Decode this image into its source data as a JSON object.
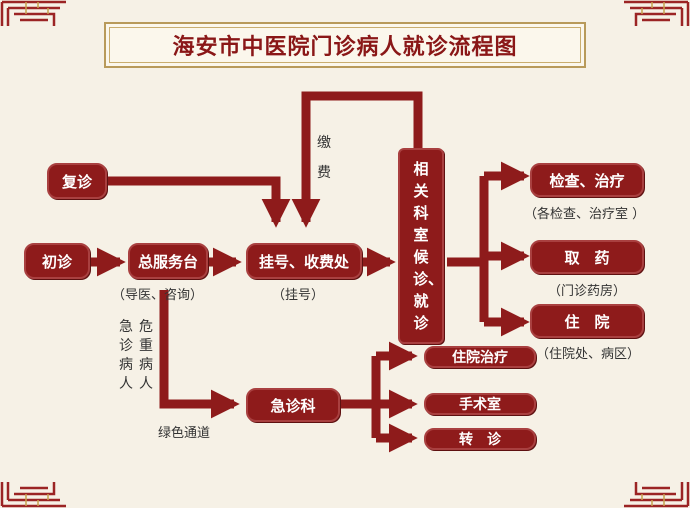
{
  "title": "海安市中医院门诊病人就诊流程图",
  "nodes": {
    "revisit": "复诊",
    "first_visit": "初诊",
    "front_desk": "总服务台",
    "registration": "挂号、收费处",
    "department": "相关科室候诊、就诊",
    "exam": "检查、治疗",
    "pharmacy": "取　药",
    "inpatient": "住　院",
    "emergency": "急诊科",
    "er_admit": "住院治疗",
    "surgery": "手术室",
    "transfer": "转　诊"
  },
  "labels": {
    "front_desk_note": "（导医、咨询）",
    "registration_note": "（挂号）",
    "payment": "缴费",
    "exam_note": "（各检查、治疗室 ）",
    "pharmacy_note": "（门诊药房）",
    "inpatient_note": "（住院处、病区）",
    "emergency_patient": "急诊病人",
    "critical_patient": "危重病人",
    "green_channel": "绿色通道"
  },
  "colors": {
    "node_fill": "#8e1b1b",
    "arrow": "#8e1b1b",
    "title_text": "#8a1717",
    "background": "#f6f1e6",
    "frame": "#b89a5a"
  },
  "decorations": {
    "corner_icon": "chinese-lattice-corner"
  }
}
